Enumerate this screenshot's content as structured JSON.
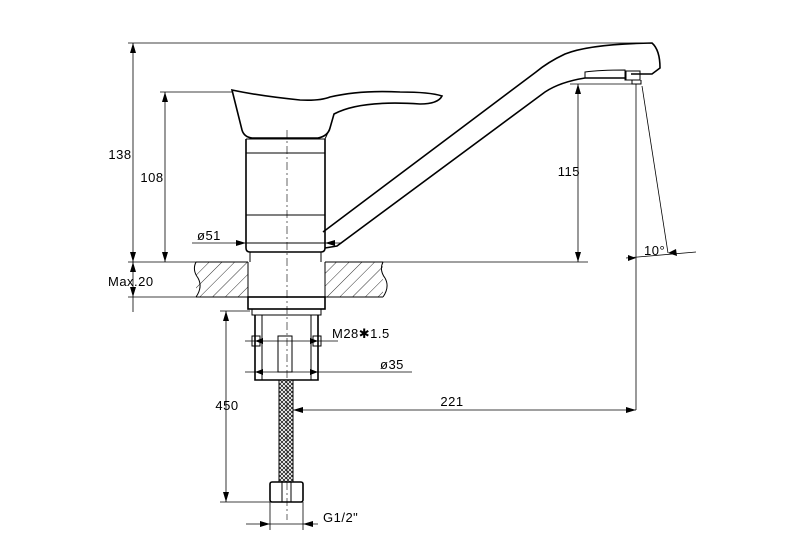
{
  "dimensions": {
    "overall_height": "138",
    "lever_height": "108",
    "spout_height": "115",
    "base_diameter": "ø51",
    "max_thickness": "Max.20",
    "thread": "M28✱1.5",
    "shank_diameter": "ø35",
    "hose_length": "450",
    "reach": "221",
    "angle": "10°",
    "connection": "G1/2\""
  }
}
